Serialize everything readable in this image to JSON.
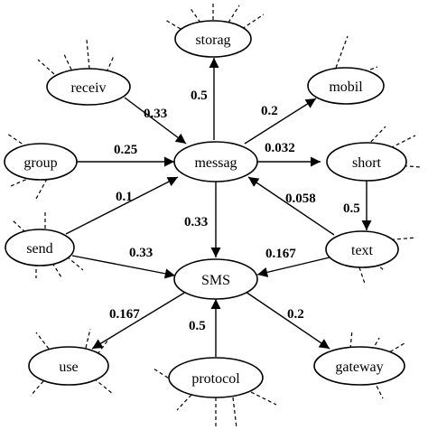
{
  "nodes": {
    "storag": "storag",
    "receiv": "receiv",
    "mobil": "mobil",
    "group": "group",
    "messag": "messag",
    "short": "short",
    "send": "send",
    "text": "text",
    "sms": "SMS",
    "use": "use",
    "protocol": "protocol",
    "gateway": "gateway"
  },
  "edges": {
    "messag_storag": "0.5",
    "receiv_messag": "0.33",
    "messag_mobil": "0.2",
    "group_messag": "0.25",
    "messag_short": "0.032",
    "send_messag": "0.1",
    "text_messag": "0.058",
    "short_text": "0.5",
    "messag_sms": "0.33",
    "send_sms": "0.33",
    "text_sms": "0.167",
    "sms_use": "0.167",
    "protocol_sms": "0.5",
    "sms_gateway": "0.2"
  }
}
